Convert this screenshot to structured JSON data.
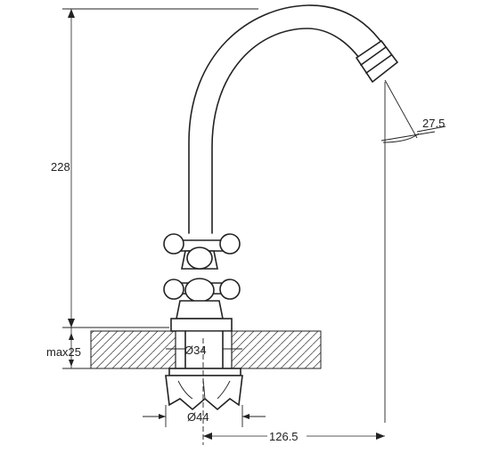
{
  "dimensions": {
    "height_total": "228",
    "max_countertop": "max25",
    "hole_diameter": "Ø34",
    "base_diameter": "Ø44",
    "spout_reach": "126.5",
    "spout_angle": "27.5"
  }
}
